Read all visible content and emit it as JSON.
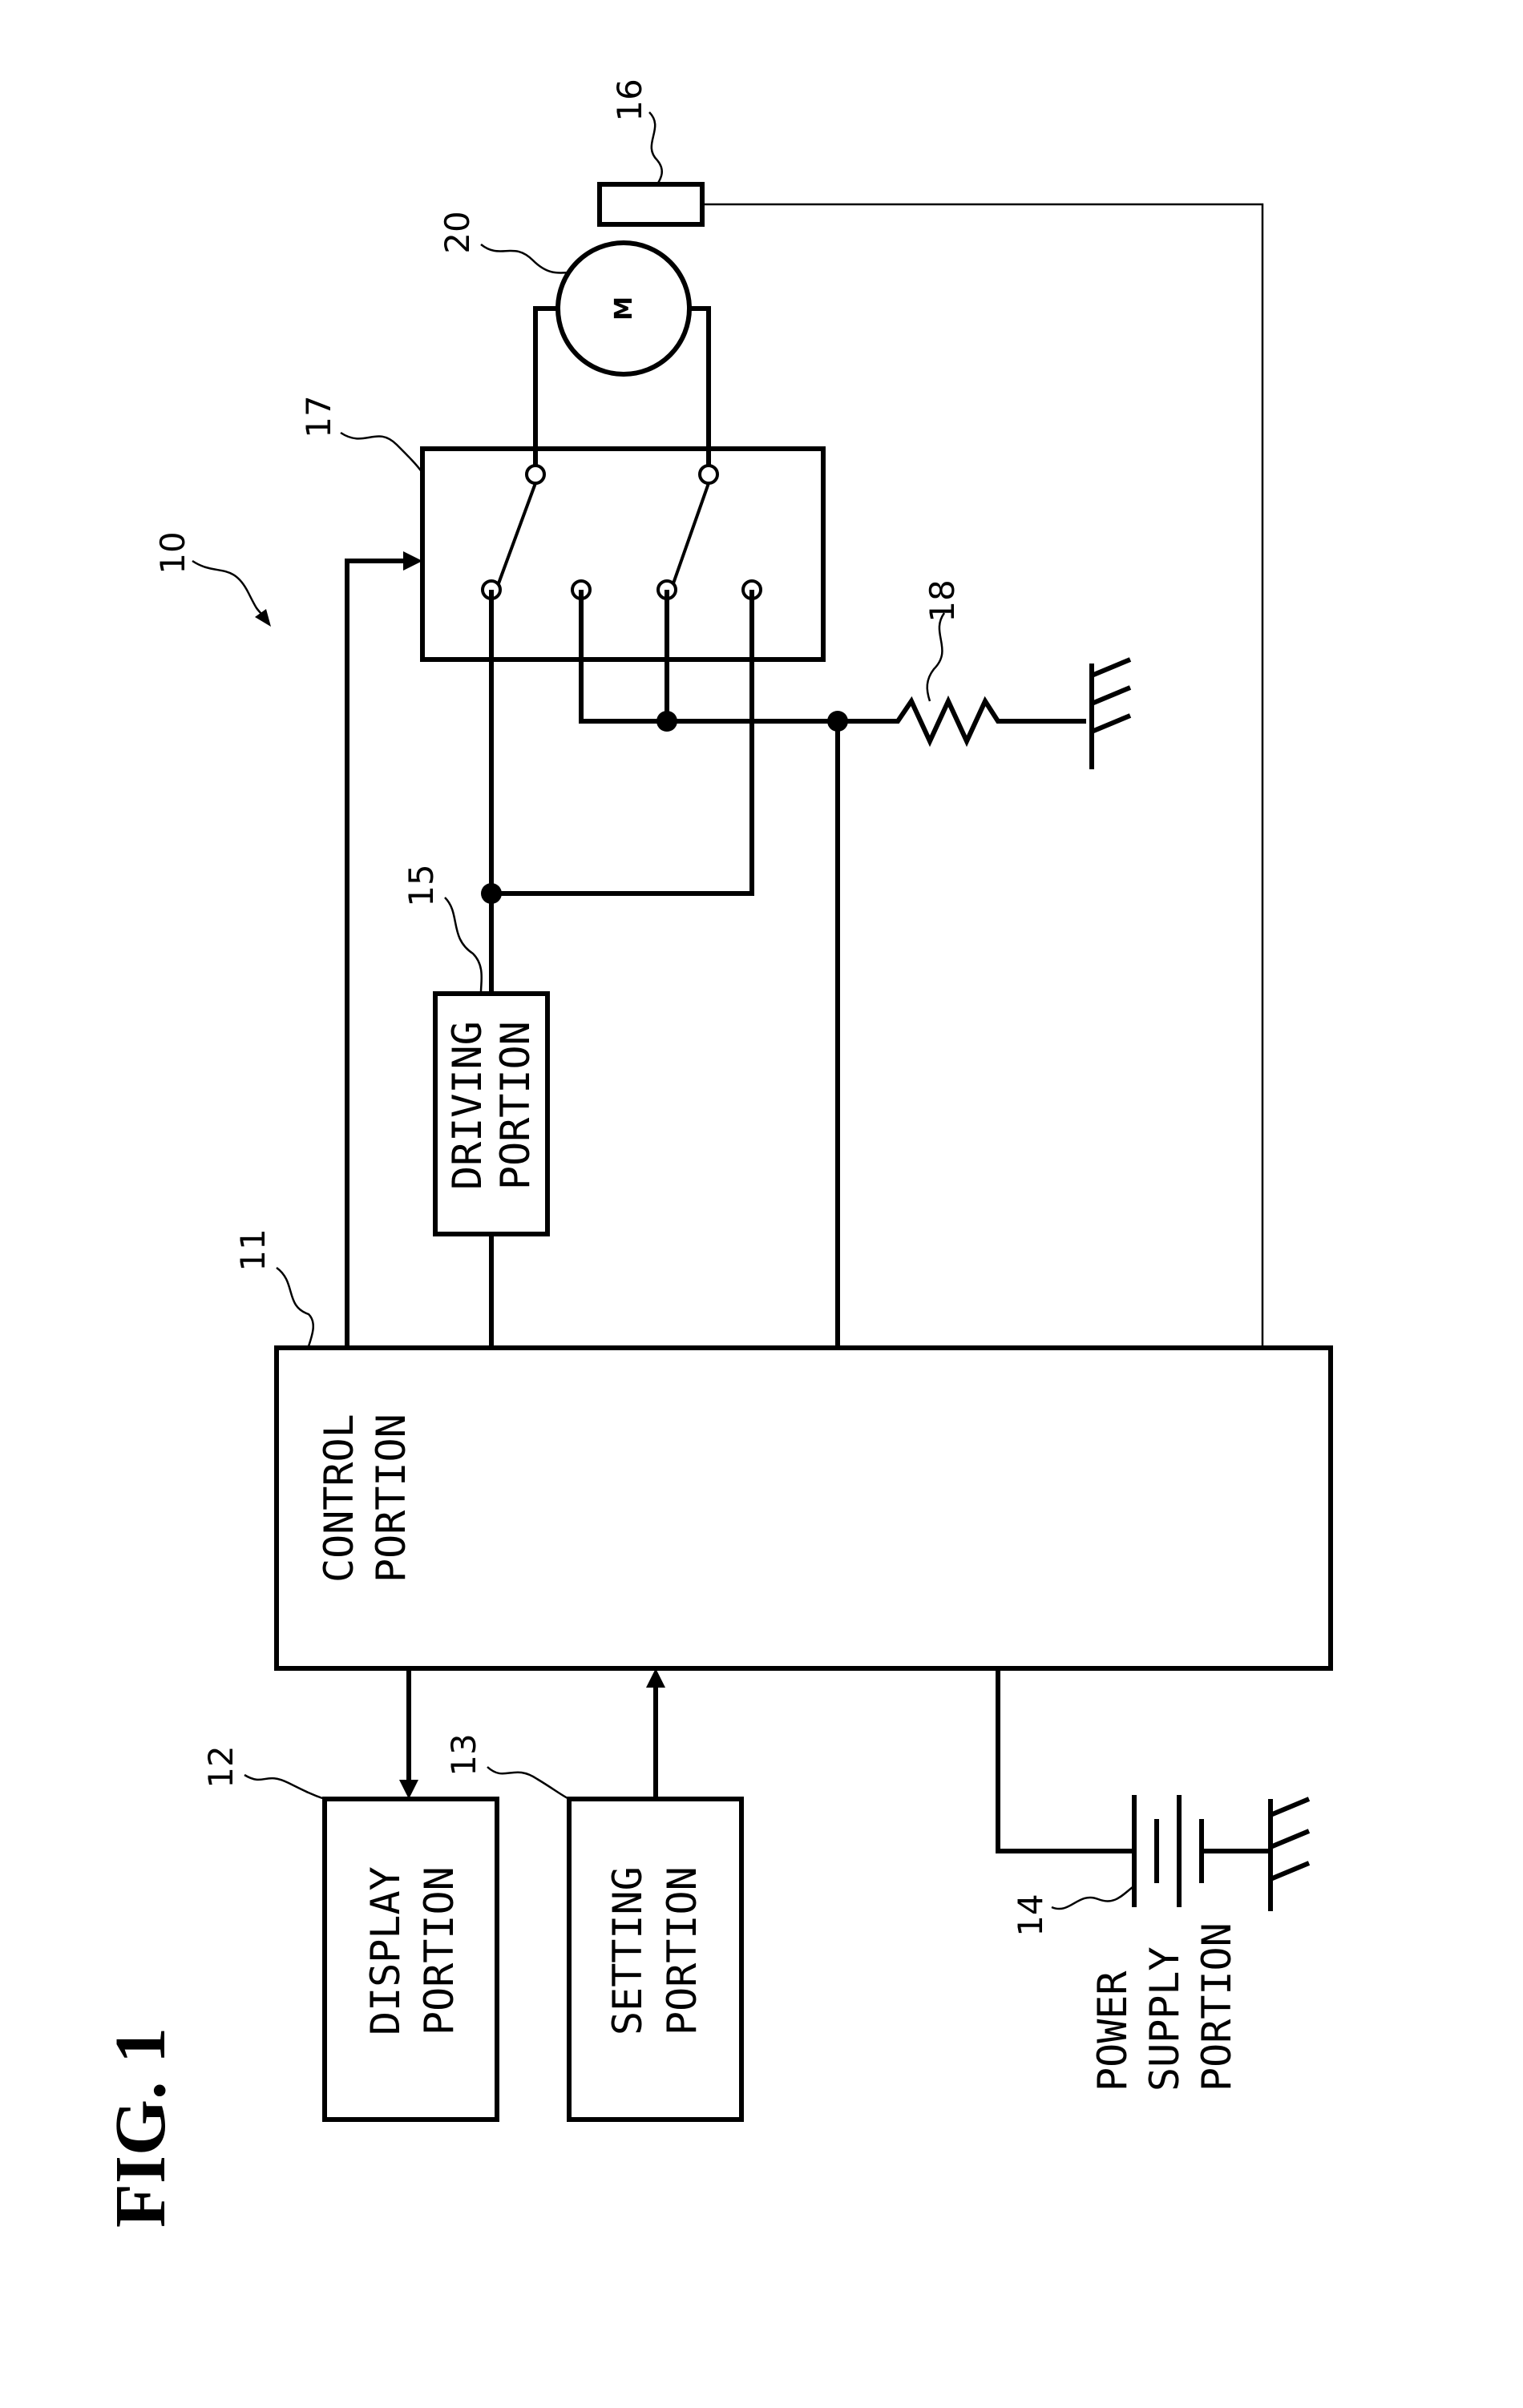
{
  "figure": {
    "title": "FIG. 1"
  },
  "blocks": {
    "control": {
      "line1": "CONTROL",
      "line2": "PORTION",
      "ref": "11"
    },
    "display": {
      "line1": "DISPLAY",
      "line2": "PORTION",
      "ref": "12"
    },
    "setting": {
      "line1": "SETTING",
      "line2": "PORTION",
      "ref": "13"
    },
    "power": {
      "line1": "POWER",
      "line2": "SUPPLY",
      "line3": "PORTION",
      "ref": "14"
    },
    "driving": {
      "line1": "DRIVING",
      "line2": "PORTION",
      "ref": "15"
    },
    "sensor": {
      "ref": "16"
    },
    "switch": {
      "ref": "17"
    },
    "resistor": {
      "ref": "18"
    },
    "motor": {
      "symbol": "M",
      "ref": "20"
    },
    "device": {
      "ref": "10"
    }
  }
}
